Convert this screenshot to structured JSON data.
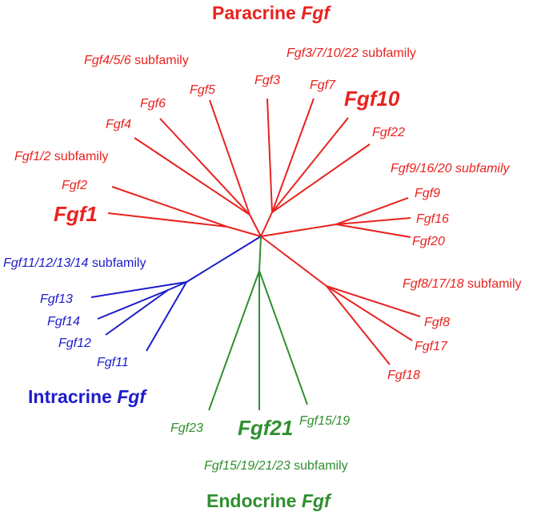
{
  "colors": {
    "paracrine": "#e8231f",
    "intracrine": "#1c1ccc",
    "endocrine": "#2f8f2f"
  },
  "groups": {
    "paracrine": {
      "label": "Paracrine",
      "italic": "Fgf"
    },
    "intracrine": {
      "label": "Intracrine",
      "italic": "Fgf"
    },
    "endocrine": {
      "label": "Endocrine",
      "italic": "Fgf"
    }
  },
  "subfamilies": {
    "fgf456": {
      "italic": "Fgf4/5/6",
      "suffix": " subfamily"
    },
    "fgf371022": {
      "italic": "Fgf3/7/10/22",
      "suffix": " subfamily"
    },
    "fgf12": {
      "italic": "Fgf1/2",
      "suffix": " subfamily"
    },
    "fgf91620": {
      "italic": "Fgf9/16/20",
      "suffix": " subfamily"
    },
    "fgf11121314": {
      "italic": "Fgf11/12/13/14",
      "suffix": " subfamily"
    },
    "fgf81718": {
      "italic": "Fgf8/17/18",
      "suffix": " subfamily"
    },
    "fgf15192123": {
      "italic": "Fgf15/19/21/23",
      "suffix": " subfamily"
    }
  },
  "genes": {
    "fgf1": "Fgf1",
    "fgf2": "Fgf2",
    "fgf3": "Fgf3",
    "fgf4": "Fgf4",
    "fgf5": "Fgf5",
    "fgf6": "Fgf6",
    "fgf7": "Fgf7",
    "fgf8": "Fgf8",
    "fgf9": "Fgf9",
    "fgf10": "Fgf10",
    "fgf11": "Fgf11",
    "fgf12": "Fgf12",
    "fgf13": "Fgf13",
    "fgf14": "Fgf14",
    "fgf1519": "Fgf15/19",
    "fgf16": "Fgf16",
    "fgf17": "Fgf17",
    "fgf18": "Fgf18",
    "fgf20": "Fgf20",
    "fgf21": "Fgf21",
    "fgf22": "Fgf22",
    "fgf23": "Fgf23"
  }
}
